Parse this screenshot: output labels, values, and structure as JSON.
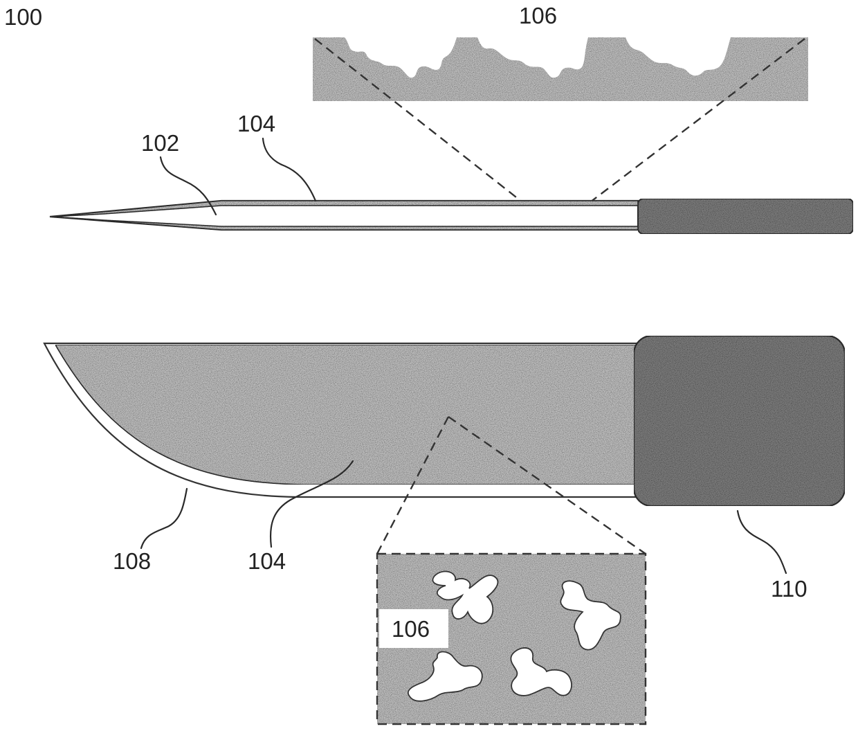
{
  "figure_number": "100",
  "labels": {
    "coating_top": "106",
    "needle_body": "102",
    "needle_coating": "104",
    "blade_edge": "108",
    "blade_coating": "104",
    "coating_bottom": "106",
    "knife_handle": "110"
  },
  "colors": {
    "texture_fill": "#bdbdbd",
    "handle_fill": "#7b7b7b",
    "line": "#333333",
    "background": "#ffffff"
  }
}
